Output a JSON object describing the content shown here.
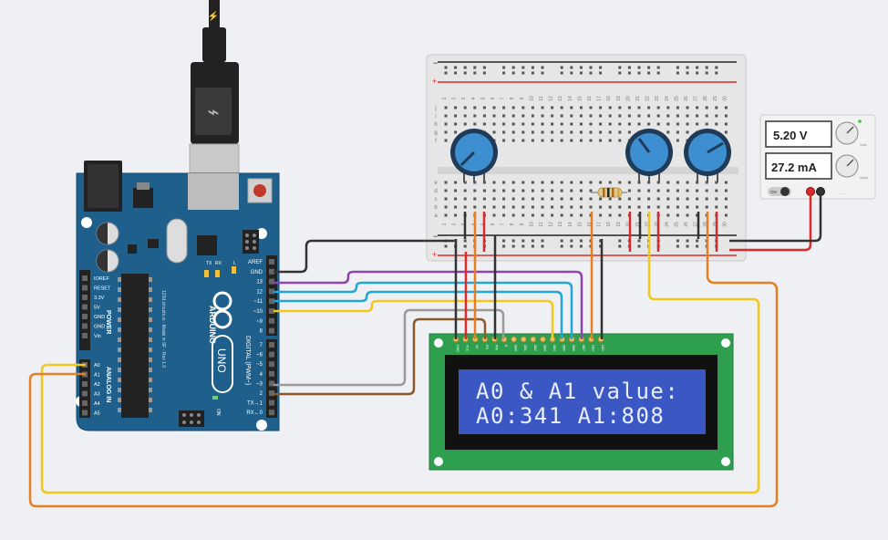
{
  "arduino": {
    "model": "UNO",
    "brand": "ARDUINO",
    "pin_labels_left": [
      "IOREF",
      "RESET",
      "3.3V",
      "5V",
      "GND",
      "GND",
      "Vin"
    ],
    "section_power": "POWER",
    "section_analog": "ANALOG IN",
    "analog_pins": [
      "A0",
      "A1",
      "A2",
      "A3",
      "A4",
      "A5"
    ],
    "digital_pins_top": [
      "AREF",
      "GND",
      "13",
      "12",
      "~11",
      "~10",
      "~9",
      "8"
    ],
    "digital_pins_bottom": [
      "7",
      "~6",
      "~5",
      "4",
      "~3",
      "2",
      "TX→1",
      "RX←0"
    ],
    "section_digital": "DIGITAL (PWM~)",
    "tx_label": "TX",
    "rx_label": "RX",
    "l_label": "L",
    "on_label": "ON",
    "url_text": "123d.circuits.io - Made in SF - Rev 1.0"
  },
  "breadboard": {
    "column_numbers": [
      "1",
      "2",
      "3",
      "4",
      "5",
      "6",
      "7",
      "8",
      "9",
      "10",
      "11",
      "12",
      "13",
      "14",
      "15",
      "16",
      "17",
      "18",
      "19",
      "20",
      "21",
      "22",
      "23",
      "24",
      "25",
      "26",
      "27",
      "28",
      "29",
      "30"
    ],
    "rows_top": [
      "j",
      "i",
      "h",
      "g",
      "f"
    ],
    "rows_bottom": [
      "e",
      "d",
      "c",
      "b",
      "a"
    ],
    "rail_minus": "−",
    "rail_plus": "+"
  },
  "power_supply": {
    "voltage": "5.20 V",
    "current": "27.2 mA",
    "knob_v_label": "Volts",
    "knob_a_label": "Amps",
    "on_label": "ON"
  },
  "lcd": {
    "line1": "A0 & A1 value:",
    "line2": "A0:341  A1:808",
    "pin_labels": [
      "GND",
      "VCC",
      "V0",
      "RS",
      "RW",
      "E",
      "DB0",
      "DB1",
      "DB2",
      "DB3",
      "DB4",
      "DB5",
      "DB6",
      "DB7",
      "LED",
      "LED"
    ]
  },
  "colors": {
    "arduino_board": "#1f5f8b",
    "breadboard": "#e6e6e6",
    "lcd_pcb": "#2e9e4f",
    "lcd_screen": "#3b57c4",
    "wire_black": "#333333",
    "wire_red": "#d92b2b",
    "wire_orange": "#e67e22",
    "wire_yellow": "#f2c81d",
    "wire_purple": "#8e44ad",
    "wire_cyan": "#1fa7d6",
    "wire_gray": "#9a9a9a",
    "wire_brown": "#8b5a2b"
  }
}
